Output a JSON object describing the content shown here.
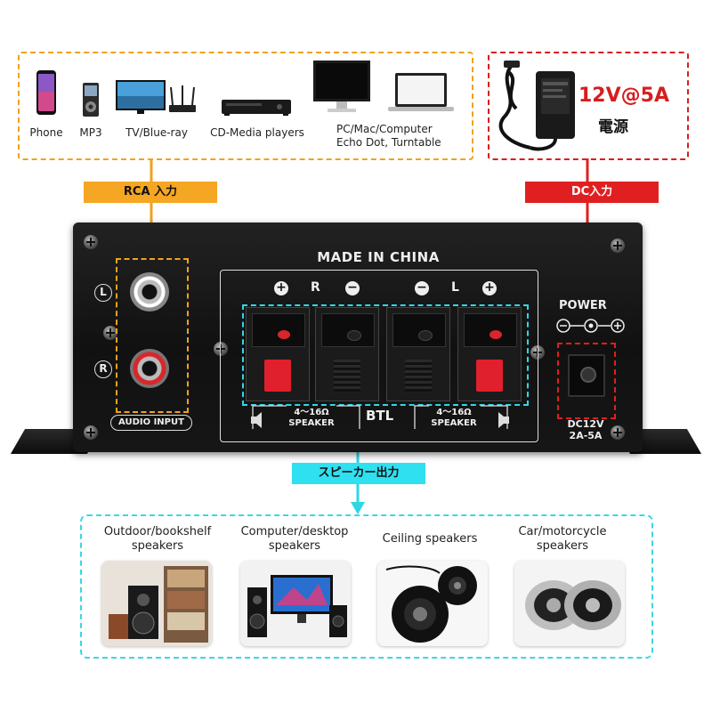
{
  "sources": {
    "items": [
      {
        "label": "Phone",
        "icon": "phone-icon"
      },
      {
        "label": "MP3",
        "icon": "mp3-player-icon"
      },
      {
        "label": "TV/Blue-ray",
        "icon": "tv-router-icon"
      },
      {
        "label": "CD-Media players",
        "icon": "cd-player-icon"
      },
      {
        "label": "PC/Mac/Computer",
        "icon": "monitor-laptop-icon"
      }
    ],
    "pc_line2": "Echo Dot, Turntable"
  },
  "power_supply": {
    "rating": "12V@5A",
    "label": "電源",
    "icon": "power-adapter-icon"
  },
  "tags": {
    "rca": "RCA 入力",
    "dc": "DC入力",
    "speaker": "スピーカー出力"
  },
  "amp": {
    "made_in": "MADE IN CHINA",
    "right_label": "R",
    "left_label": "L",
    "plus": "+",
    "minus": "−",
    "ohm_label": "4～16Ω",
    "speaker_label": "SPEAKER",
    "btl": "BTL",
    "audio_input": "AUDIO INPUT",
    "rca_l": "L",
    "rca_r": "R",
    "power": "POWER",
    "dc_line1": "DC12V",
    "dc_line2": "2A-5A"
  },
  "outputs": [
    {
      "line1": "Outdoor/bookshelf",
      "line2": "speakers",
      "icon": "bookshelf-speaker-icon"
    },
    {
      "line1": "Computer/desktop",
      "line2": "speakers",
      "icon": "desktop-speaker-icon"
    },
    {
      "line1": "Ceiling speakers",
      "line2": "",
      "icon": "ceiling-speaker-icon"
    },
    {
      "line1": "Car/motorcycle",
      "line2": "speakers",
      "icon": "car-speaker-icon"
    }
  ],
  "colors": {
    "orange": "#f5a623",
    "red": "#e02020",
    "cyan": "#2fe0f0"
  }
}
